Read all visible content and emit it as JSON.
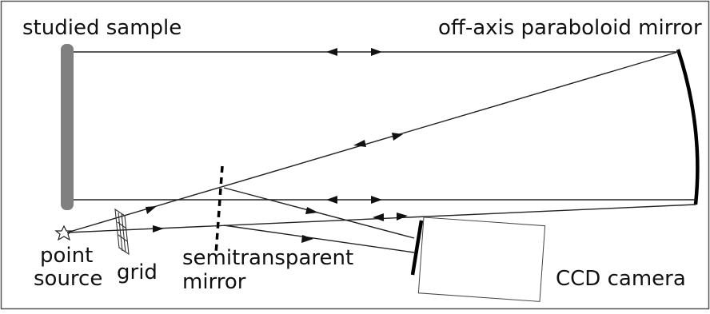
{
  "labels": {
    "studied_sample": "studied sample",
    "paraboloid_mirror": "off-axis paraboloid mirror",
    "point_source_1": "point",
    "point_source_2": "source",
    "grid": "grid",
    "semitransparent_1": "semitransparent",
    "semitransparent_2": "mirror",
    "ccd_camera": "CCD camera"
  },
  "colors": {
    "sample": "#808080",
    "line": "#222222",
    "frame": "#555555"
  }
}
